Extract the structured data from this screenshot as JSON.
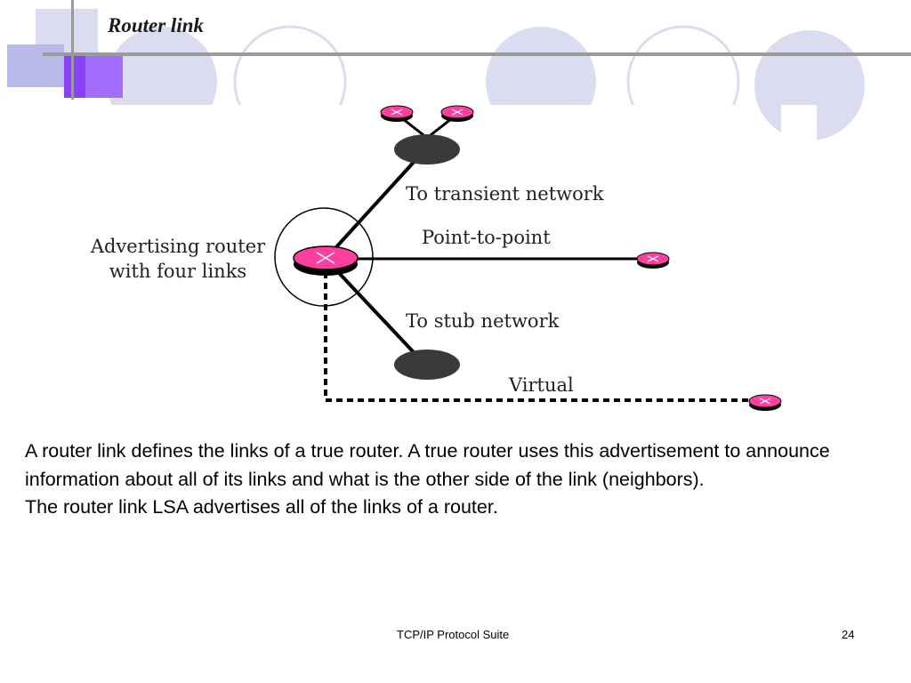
{
  "slide": {
    "title": "Router link",
    "footer": "TCP/IP Protocol Suite",
    "page_number": "24"
  },
  "theme": {
    "accent_purple": "#8a3ffc",
    "accent_lilac": "#b9b9ea",
    "circle_fill": "#dcdcf0",
    "router_pink": "#ff3f9f"
  },
  "diagram": {
    "advertising_router_label_line1": "Advertising router",
    "advertising_router_label_line2": "with four links",
    "transient_label": "To transient network",
    "point_to_point_label": "Point-to-point",
    "stub_label": "To stub network",
    "virtual_label": "Virtual"
  },
  "body": {
    "paragraph1": "A router link defines the links of a true router. A true router uses this advertisement to announce information about all of its links and what is the other side of the link (neighbors).",
    "paragraph2": "The router link LSA advertises all of the links of a router."
  }
}
